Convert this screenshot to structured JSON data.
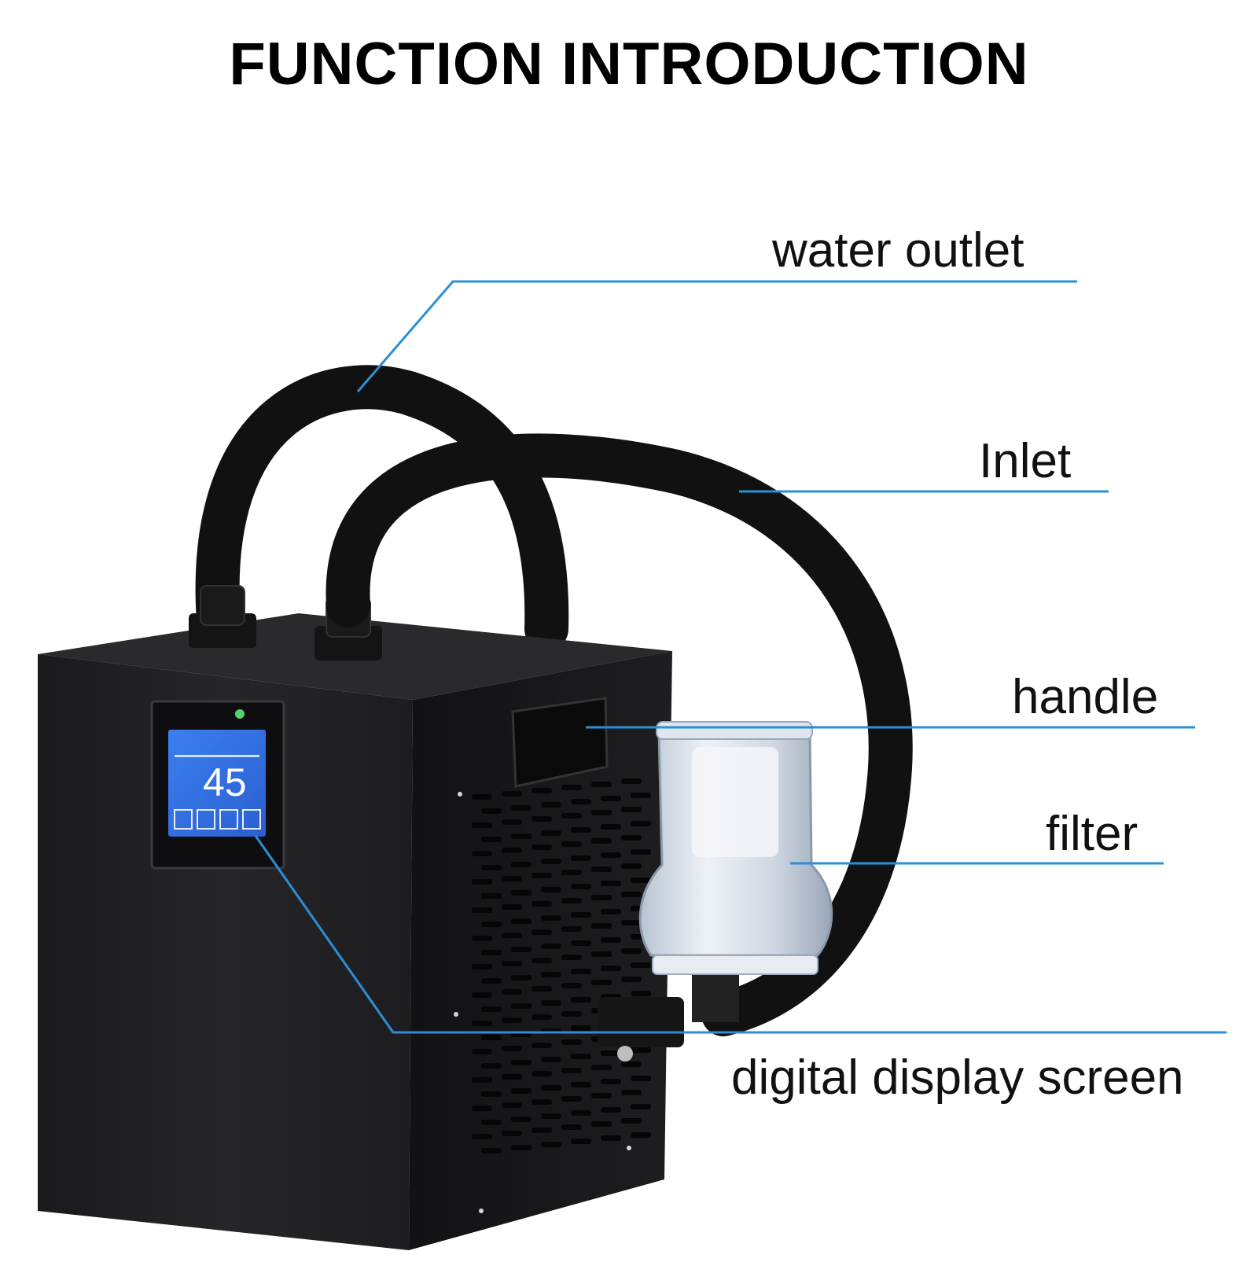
{
  "title": "FUNCTION INTRODUCTION",
  "callouts": {
    "water_outlet": "water outlet",
    "inlet": "Inlet",
    "handle": "handle",
    "filter": "filter",
    "display": "digital display screen"
  },
  "display_panel": {
    "reading": "45"
  },
  "colors": {
    "leader_line": "#2b8fd6",
    "body": "#1c1c1e",
    "hose": "#111111",
    "lcd": "#2f6fe0"
  }
}
